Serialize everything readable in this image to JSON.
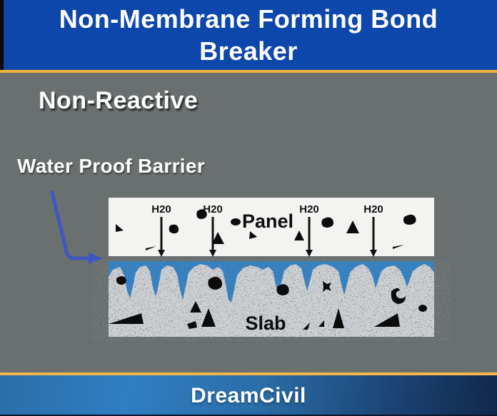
{
  "header": {
    "title": "Non-Membrane Forming Bond Breaker",
    "title_line1": "Non-Membrane Forming Bond",
    "title_line2": "Breaker"
  },
  "body": {
    "non_reactive_label": "Non-Reactive",
    "water_proof_label": "Water Proof Barrier"
  },
  "diagram": {
    "panel_label": "Panel",
    "slab_label": "Slab",
    "water_labels": [
      "H20",
      "H20",
      "H20",
      "H20"
    ]
  },
  "footer": {
    "brand": "DreamCivil"
  },
  "colors": {
    "header_blue": "#0d47ab",
    "gold": "#f2b13c",
    "body_gray": "#69706f",
    "water_blue": "#2e80c6",
    "arrow_blue": "#4156c2",
    "panel_base": "#f3f3f1",
    "slab_base": "#cdd1d4",
    "footer_blue_light": "#2f7ec2",
    "footer_blue_dark": "#112849"
  }
}
